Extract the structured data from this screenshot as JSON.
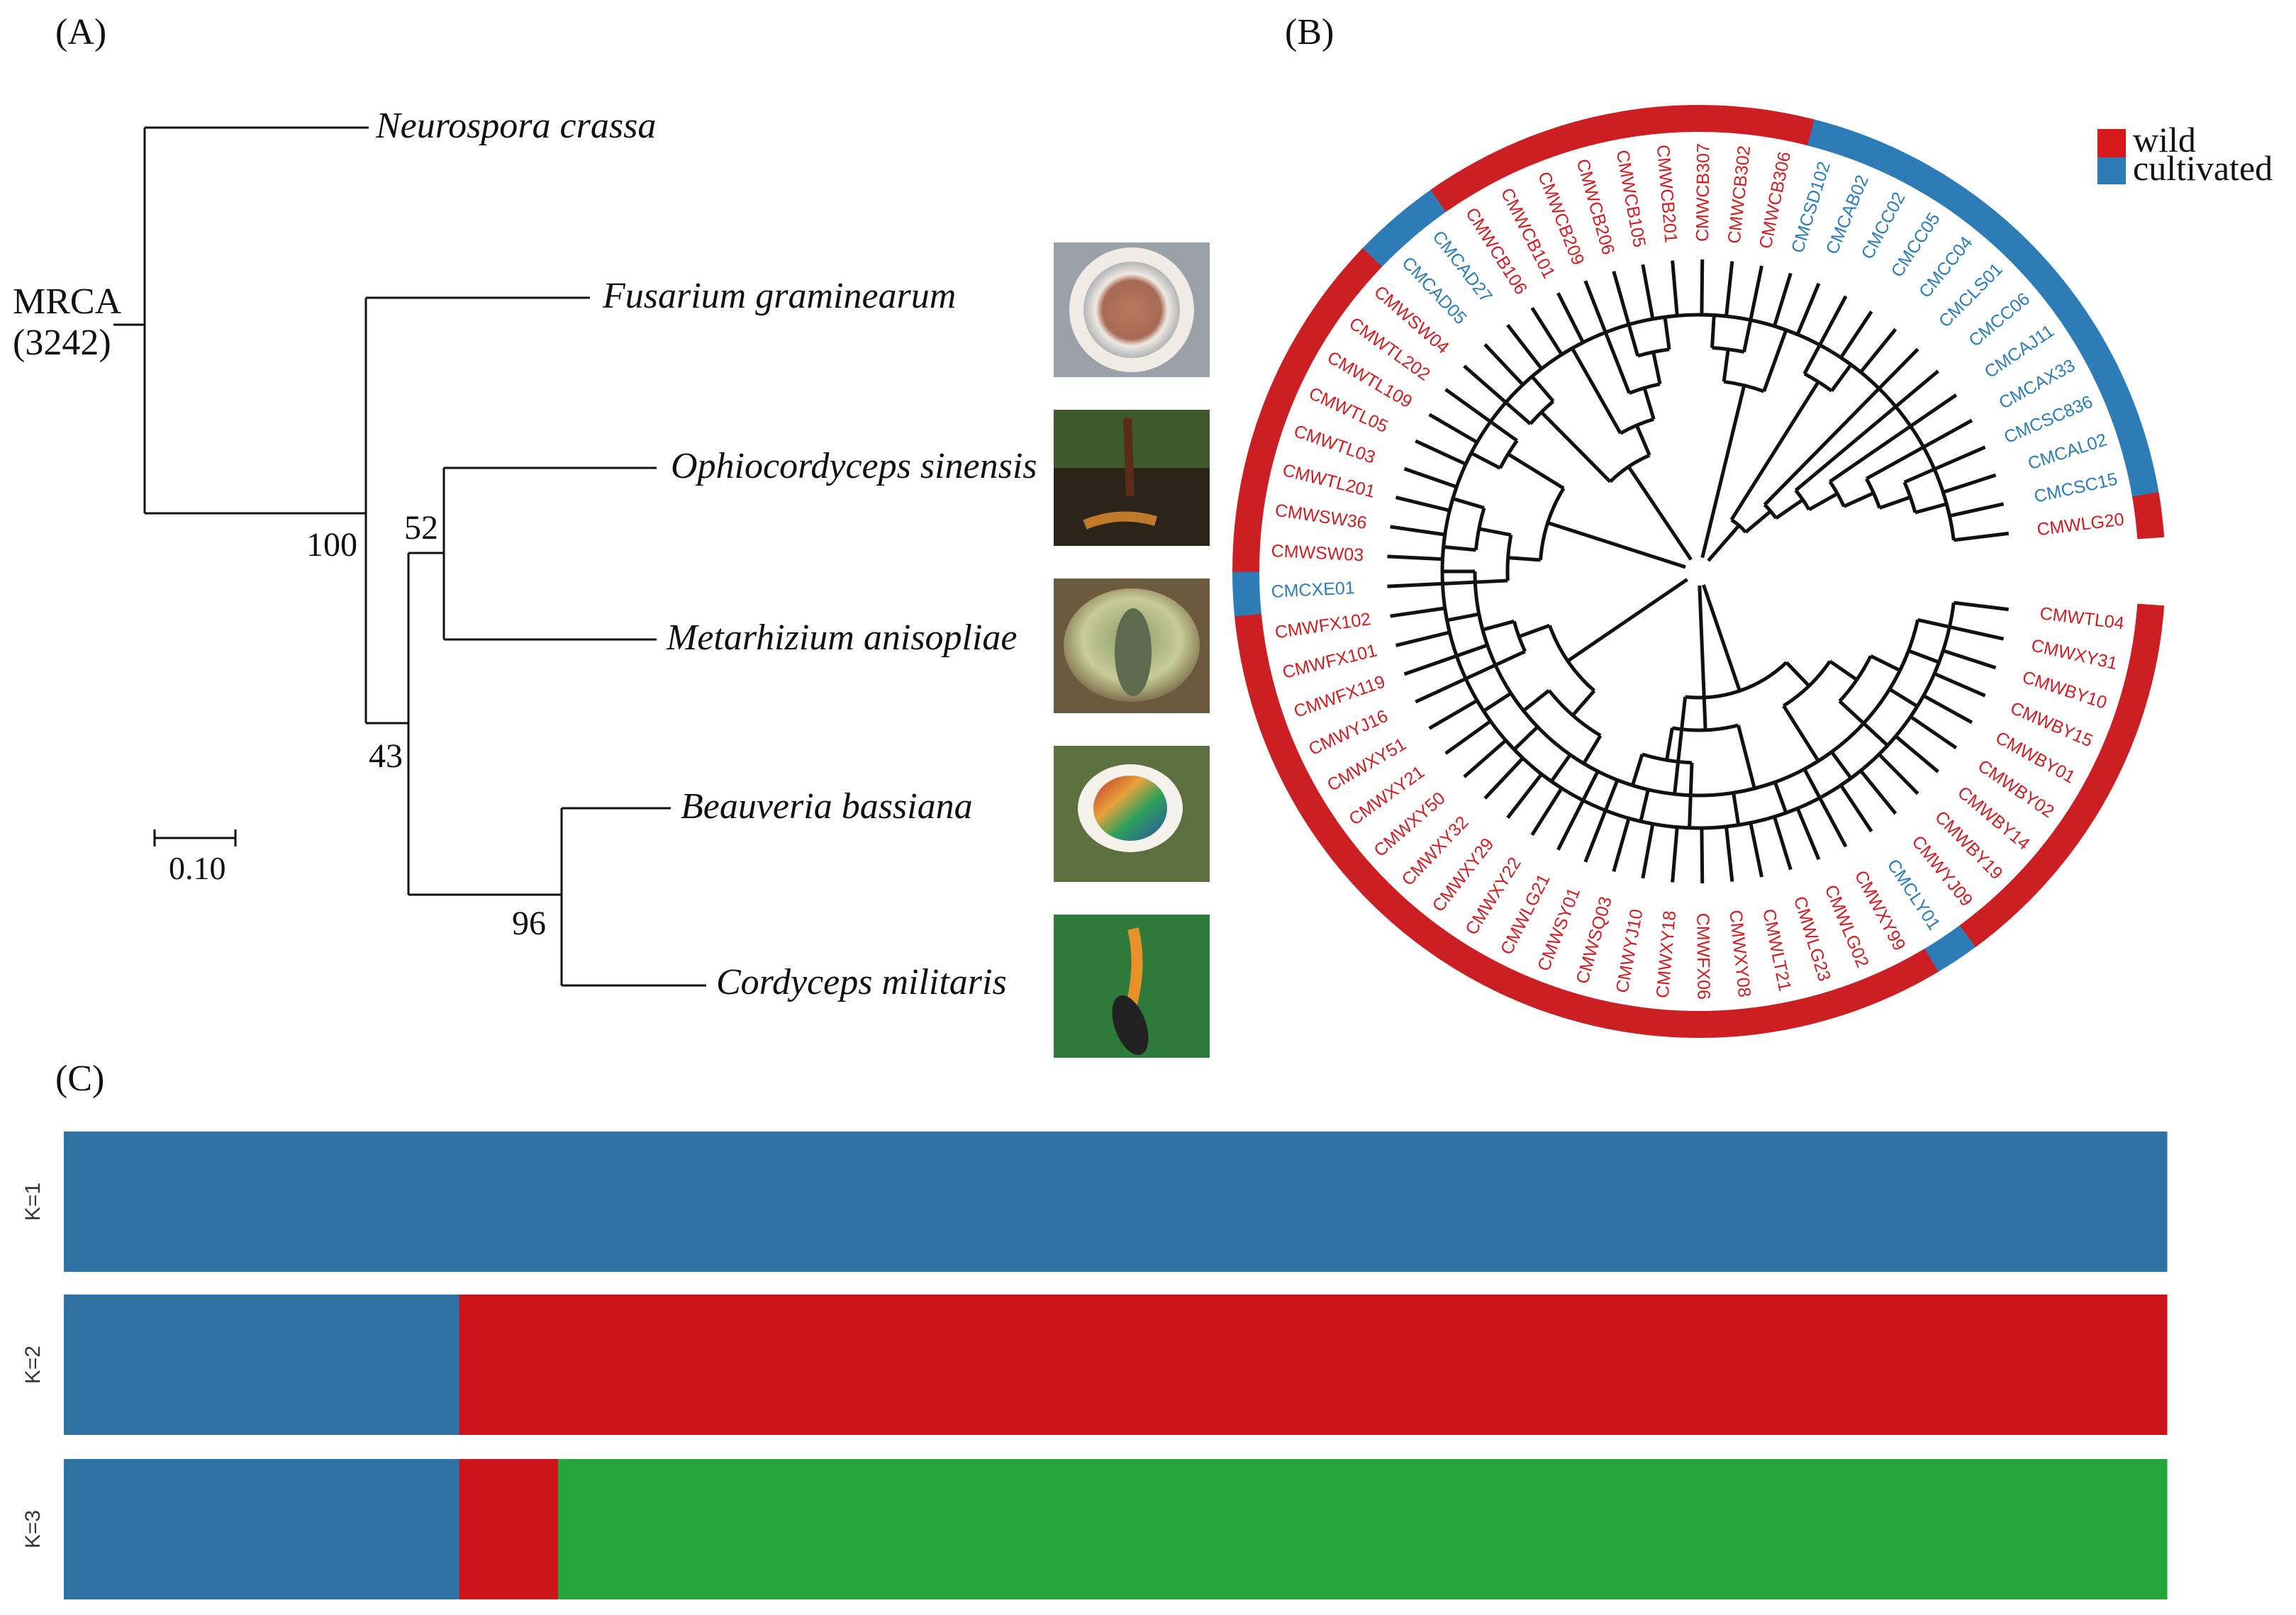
{
  "panels": {
    "a": "(A)",
    "b": "(B)",
    "c": "(C)"
  },
  "panel_a": {
    "root_label": "MRCA",
    "root_count": "(3242)",
    "taxa": [
      "Neurospora crassa",
      "Fusarium graminearum",
      "Ophiocordyceps sinensis",
      "Metarhizium anisopliae",
      "Beauveria bassiana",
      "Cordyceps militaris"
    ],
    "support_values": [
      "100",
      "52",
      "43",
      "96"
    ],
    "scale_bar_label": "0.10",
    "photo_icons": [
      "fusarium-colony-photo",
      "ophiocordyceps-photo",
      "metarhizium-photo",
      "beauveria-photo",
      "cordyceps-photo"
    ]
  },
  "panel_b": {
    "legend": [
      {
        "label": "wild",
        "color": "#d7191c"
      },
      {
        "label": "cultivated",
        "color": "#2c7bb6"
      }
    ],
    "colors": {
      "wild": "#cc1f24",
      "cultivated": "#2d7cb8"
    },
    "leaves": [
      {
        "name": "CMWTL04",
        "group": "wild"
      },
      {
        "name": "CMWXY31",
        "group": "wild"
      },
      {
        "name": "CMWBY10",
        "group": "wild"
      },
      {
        "name": "CMWBY15",
        "group": "wild"
      },
      {
        "name": "CMWBY01",
        "group": "wild"
      },
      {
        "name": "CMWBY02",
        "group": "wild"
      },
      {
        "name": "CMWBY14",
        "group": "wild"
      },
      {
        "name": "CMWBY19",
        "group": "wild"
      },
      {
        "name": "CMWYJ09",
        "group": "wild"
      },
      {
        "name": "CMCLY01",
        "group": "cultivated"
      },
      {
        "name": "CMWXY99",
        "group": "wild"
      },
      {
        "name": "CMWLG02",
        "group": "wild"
      },
      {
        "name": "CMWLG23",
        "group": "wild"
      },
      {
        "name": "CMWLT21",
        "group": "wild"
      },
      {
        "name": "CMWXY08",
        "group": "wild"
      },
      {
        "name": "CMWFX06",
        "group": "wild"
      },
      {
        "name": "CMWXY18",
        "group": "wild"
      },
      {
        "name": "CMWYJ10",
        "group": "wild"
      },
      {
        "name": "CMWSQ03",
        "group": "wild"
      },
      {
        "name": "CMWSY01",
        "group": "wild"
      },
      {
        "name": "CMWLG21",
        "group": "wild"
      },
      {
        "name": "CMWXY22",
        "group": "wild"
      },
      {
        "name": "CMWXY29",
        "group": "wild"
      },
      {
        "name": "CMWXY32",
        "group": "wild"
      },
      {
        "name": "CMWXY50",
        "group": "wild"
      },
      {
        "name": "CMWXY21",
        "group": "wild"
      },
      {
        "name": "CMWXY51",
        "group": "wild"
      },
      {
        "name": "CMWYJ16",
        "group": "wild"
      },
      {
        "name": "CMWFX119",
        "group": "wild"
      },
      {
        "name": "CMWFX101",
        "group": "wild"
      },
      {
        "name": "CMWFX102",
        "group": "wild"
      },
      {
        "name": "CMCXE01",
        "group": "cultivated"
      },
      {
        "name": "CMWSW03",
        "group": "wild"
      },
      {
        "name": "CMWSW36",
        "group": "wild"
      },
      {
        "name": "CMWTL201",
        "group": "wild"
      },
      {
        "name": "CMWTL03",
        "group": "wild"
      },
      {
        "name": "CMWTL05",
        "group": "wild"
      },
      {
        "name": "CMWTL109",
        "group": "wild"
      },
      {
        "name": "CMWTL202",
        "group": "wild"
      },
      {
        "name": "CMWSW04",
        "group": "wild"
      },
      {
        "name": "CMCAD05",
        "group": "cultivated"
      },
      {
        "name": "CMCAD27",
        "group": "cultivated"
      },
      {
        "name": "CMWCB106",
        "group": "wild"
      },
      {
        "name": "CMWCB101",
        "group": "wild"
      },
      {
        "name": "CMWCB209",
        "group": "wild"
      },
      {
        "name": "CMWCB206",
        "group": "wild"
      },
      {
        "name": "CMWCB105",
        "group": "wild"
      },
      {
        "name": "CMWCB201",
        "group": "wild"
      },
      {
        "name": "CMWCB307",
        "group": "wild"
      },
      {
        "name": "CMWCB302",
        "group": "wild"
      },
      {
        "name": "CMWCB306",
        "group": "wild"
      },
      {
        "name": "CMCSD102",
        "group": "cultivated"
      },
      {
        "name": "CMCAB02",
        "group": "cultivated"
      },
      {
        "name": "CMCC02",
        "group": "cultivated"
      },
      {
        "name": "CMCC05",
        "group": "cultivated"
      },
      {
        "name": "CMCC04",
        "group": "cultivated"
      },
      {
        "name": "CMCLS01",
        "group": "cultivated"
      },
      {
        "name": "CMCC06",
        "group": "cultivated"
      },
      {
        "name": "CMCAJ11",
        "group": "cultivated"
      },
      {
        "name": "CMCAX33",
        "group": "cultivated"
      },
      {
        "name": "CMCSC836",
        "group": "cultivated"
      },
      {
        "name": "CMCAL02",
        "group": "cultivated"
      },
      {
        "name": "CMCSC15",
        "group": "cultivated"
      },
      {
        "name": "CMWLG20",
        "group": "wild"
      }
    ]
  },
  "panel_c": {
    "colors": {
      "blue": "#3072a4",
      "red": "#cc141c",
      "green": "#26a63a"
    },
    "rows": [
      {
        "label": "K=1",
        "segments": [
          {
            "color": "blue",
            "fraction": 1.0
          }
        ]
      },
      {
        "label": "K=2",
        "segments": [
          {
            "color": "blue",
            "fraction": 0.188
          },
          {
            "color": "red",
            "fraction": 0.812
          }
        ]
      },
      {
        "label": "K=3",
        "segments": [
          {
            "color": "blue",
            "fraction": 0.188
          },
          {
            "color": "red",
            "fraction": 0.047
          },
          {
            "color": "green",
            "fraction": 0.765
          }
        ]
      }
    ]
  }
}
